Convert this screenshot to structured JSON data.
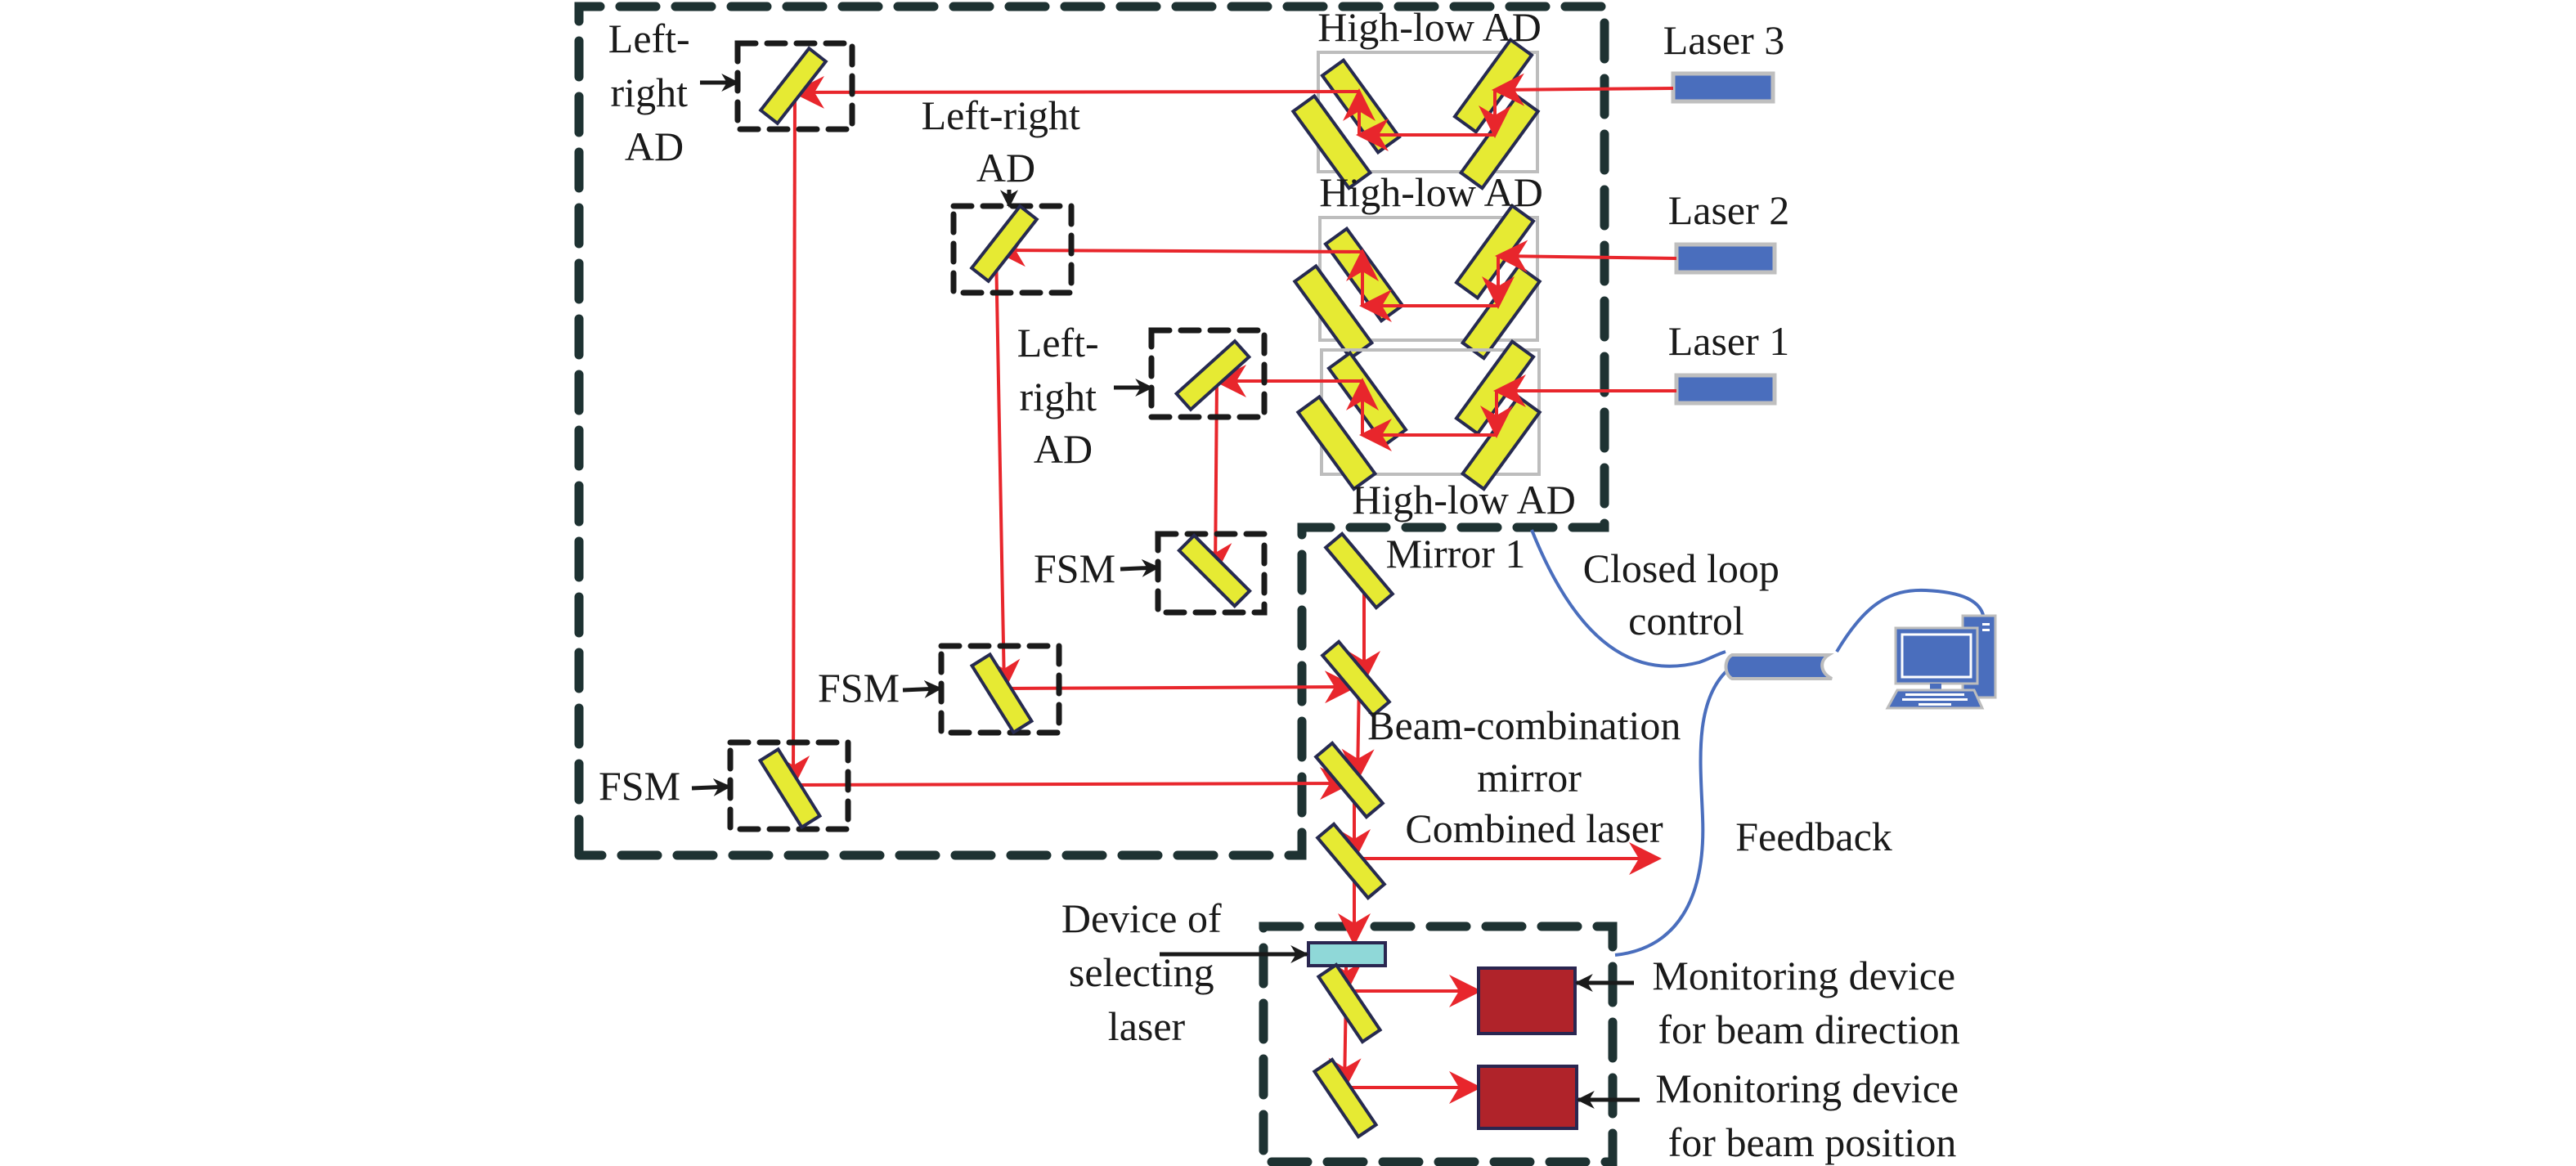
{
  "figure": {
    "title": "Multi-laser beam combination closed-loop control system",
    "colors": {
      "beam": "#e8262c",
      "mirror": "#e6ea33",
      "laser": "#4a6ebd",
      "detector": "#b0232a",
      "selector": "#8fd8d8",
      "cable": "#4a6ebd",
      "outer_boundary": "#1e3232"
    }
  },
  "labels": {
    "left_right_ad_1": [
      "Left-",
      "right",
      "AD"
    ],
    "left_right_ad_2": [
      "Left-right",
      "AD"
    ],
    "left_right_ad_3": [
      "Left-",
      "right",
      "AD"
    ],
    "high_low_ad_top": "High-low AD",
    "high_low_ad_mid": "High-low AD",
    "high_low_ad_bottom": "High-low AD",
    "laser_3": "Laser 3",
    "laser_2": "Laser 2",
    "laser_1": "Laser 1",
    "fsm_1": "FSM",
    "fsm_2": "FSM",
    "fsm_3": "FSM",
    "mirror_1": "Mirror 1",
    "closed_loop": [
      "Closed loop",
      "control"
    ],
    "beam_combination": [
      "Beam-combination",
      "mirror"
    ],
    "combined_laser": "Combined laser",
    "feedback": "Feedback",
    "device_selecting": [
      "Device of",
      "selecting",
      "laser"
    ],
    "monitor_direction": [
      "Monitoring device",
      "for beam direction"
    ],
    "monitor_position": [
      "Monitoring device",
      "for beam position"
    ]
  },
  "components": {
    "lasers": [
      "Laser 1",
      "Laser 2",
      "Laser 3"
    ],
    "high_low_ad_units": 3,
    "left_right_ad_units": 3,
    "fsm_units": 3,
    "beam_combination_mirrors": 3,
    "monitoring_devices": [
      "beam direction",
      "beam position"
    ],
    "icons": [
      "computer-icon",
      "signal-connector-icon"
    ]
  }
}
